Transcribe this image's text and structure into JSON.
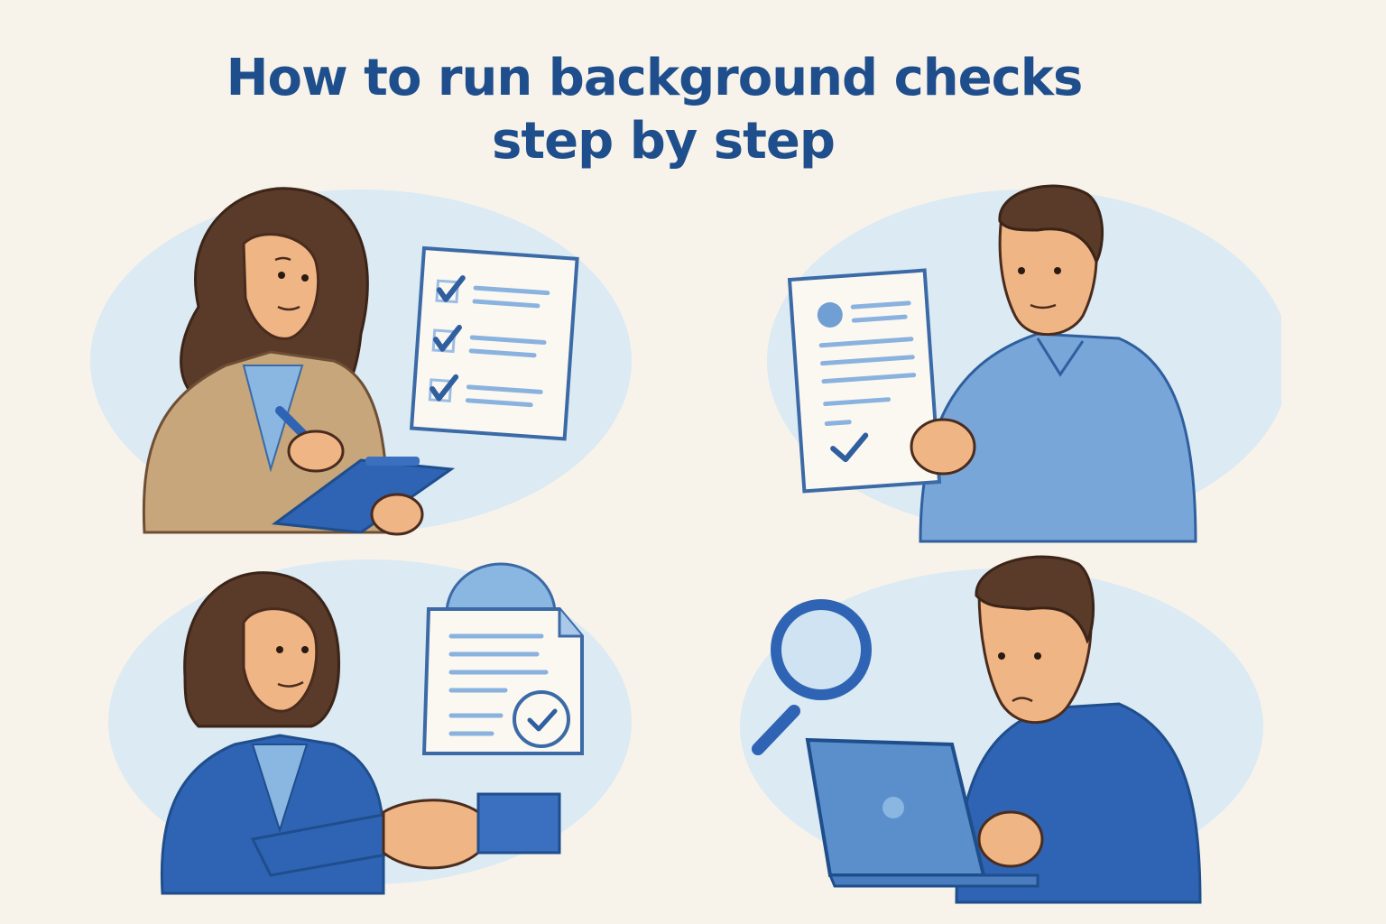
{
  "title": {
    "line1": "How to run background checks",
    "line2": "step by step"
  },
  "colors": {
    "background": "#f8f3ea",
    "title": "#1f4e8c",
    "wash": "#cfe3f3",
    "blue_dark": "#2f5f9f",
    "blue_mid": "#5b8fcc",
    "blue_light": "#a9c8ea",
    "skin": "#f0b584",
    "hair": "#5a3a28",
    "jacket_tan": "#c6a67a",
    "outline": "#4a2c1e"
  },
  "panels": [
    {
      "id": "panel-1",
      "subject": "woman writing on clipboard",
      "icon": "checklist-icon"
    },
    {
      "id": "panel-2",
      "subject": "man holding resume document",
      "icon": "resume-document-icon"
    },
    {
      "id": "panel-3",
      "subject": "woman shaking hands",
      "icon": "approved-document-icon"
    },
    {
      "id": "panel-4",
      "subject": "man using laptop looking concerned",
      "icon": "magnifying-glass-icon"
    }
  ]
}
